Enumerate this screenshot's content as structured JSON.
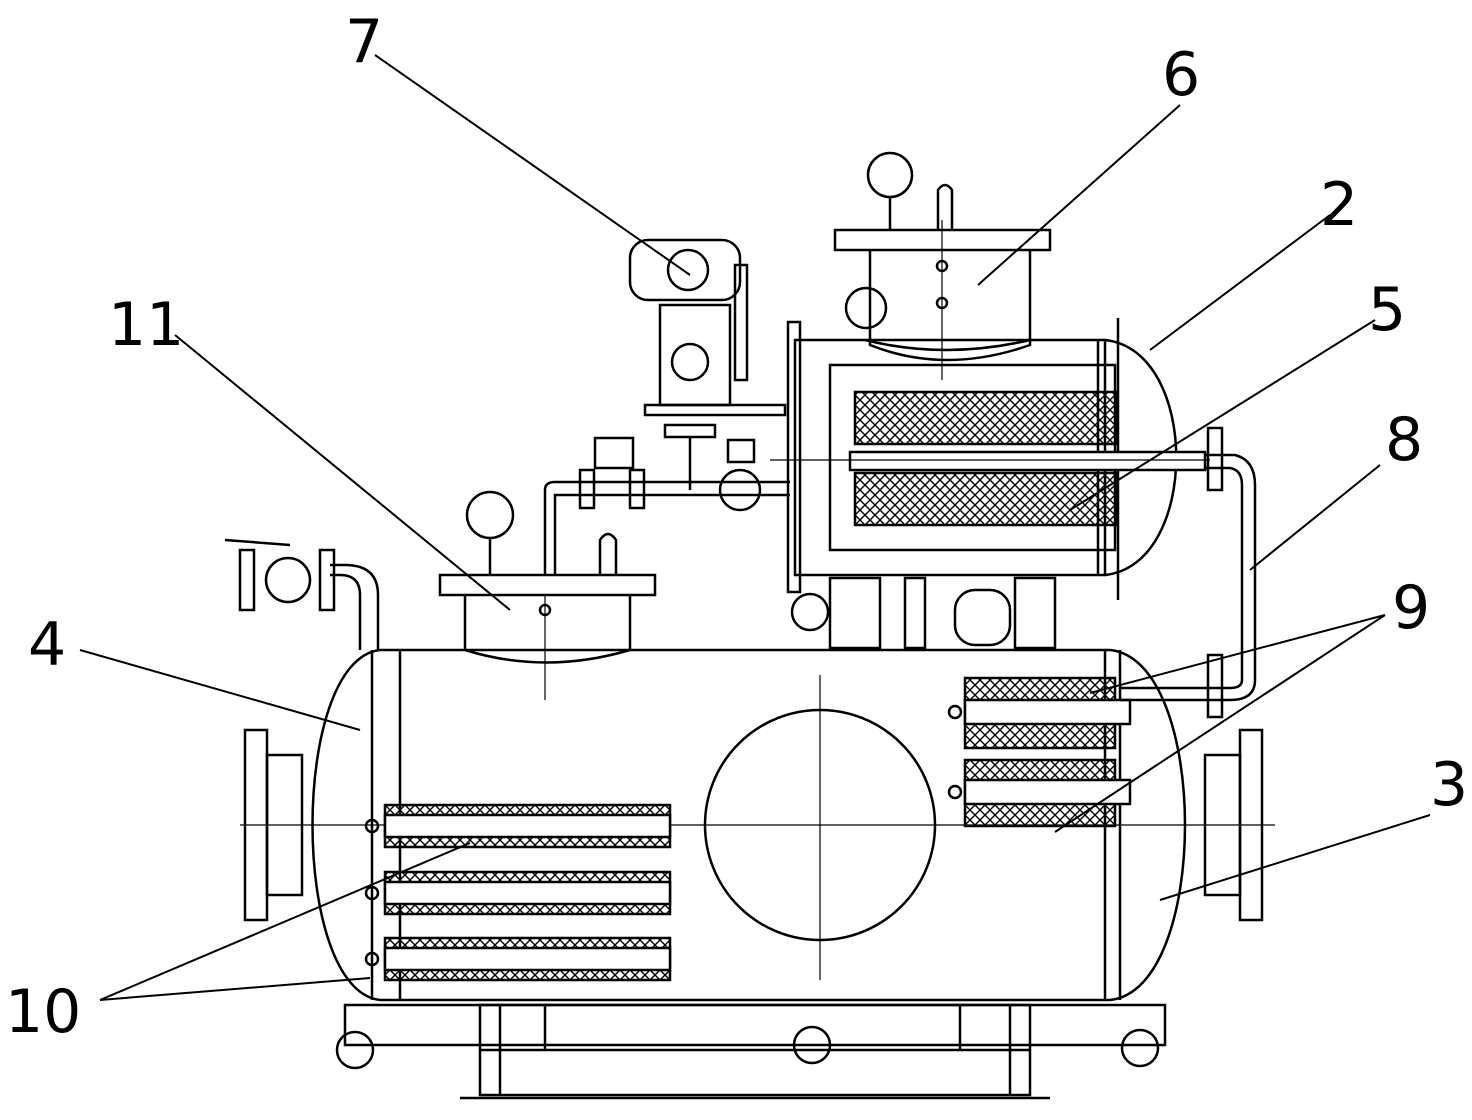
{
  "labels": {
    "l1": "7",
    "l2": "6",
    "l3": "2",
    "l4": "5",
    "l5": "11",
    "l6": "8",
    "l7": "9",
    "l8": "4",
    "l9": "3",
    "l10": "10"
  },
  "colors": {
    "line": "#000000",
    "background": "#ffffff"
  }
}
